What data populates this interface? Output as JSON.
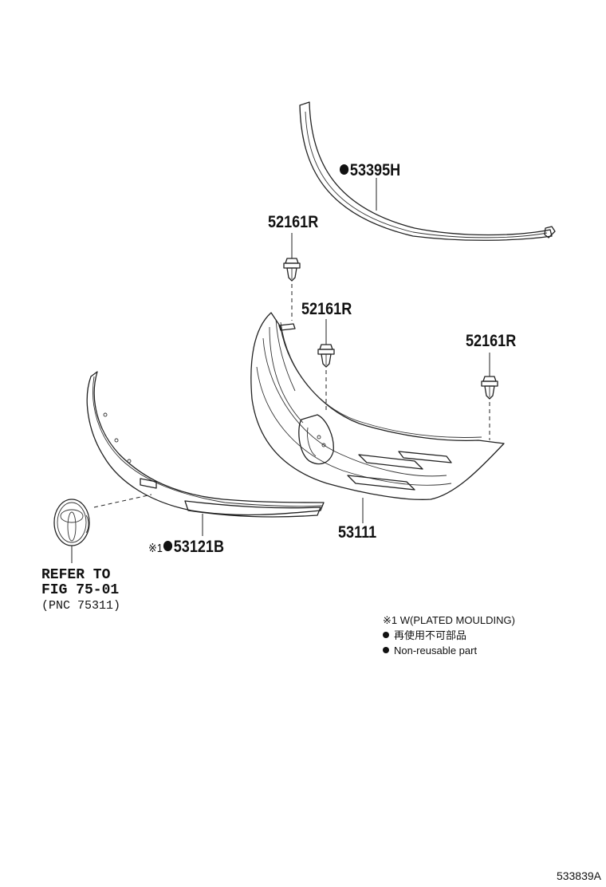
{
  "parts": [
    {
      "id": "upper-moulding",
      "number": "53395H",
      "non_reusable": true,
      "mark": ""
    },
    {
      "id": "clip-top",
      "number": "52161R",
      "non_reusable": false,
      "mark": ""
    },
    {
      "id": "clip-middle",
      "number": "52161R",
      "non_reusable": false,
      "mark": ""
    },
    {
      "id": "clip-right",
      "number": "52161R",
      "non_reusable": false,
      "mark": ""
    },
    {
      "id": "radiator-grille",
      "number": "53111",
      "non_reusable": false,
      "mark": ""
    },
    {
      "id": "lower-moulding",
      "number": "53121B",
      "non_reusable": true,
      "mark": "※1"
    }
  ],
  "refer": {
    "line1": "REFER TO",
    "line2": "FIG 75-01",
    "line3": "(PNC 75311)"
  },
  "legend": {
    "note1": "※1 W(PLATED MOULDING)",
    "note2": "再使用不可部品",
    "note3": "Non-reusable part"
  },
  "diagram_code": "533839A"
}
